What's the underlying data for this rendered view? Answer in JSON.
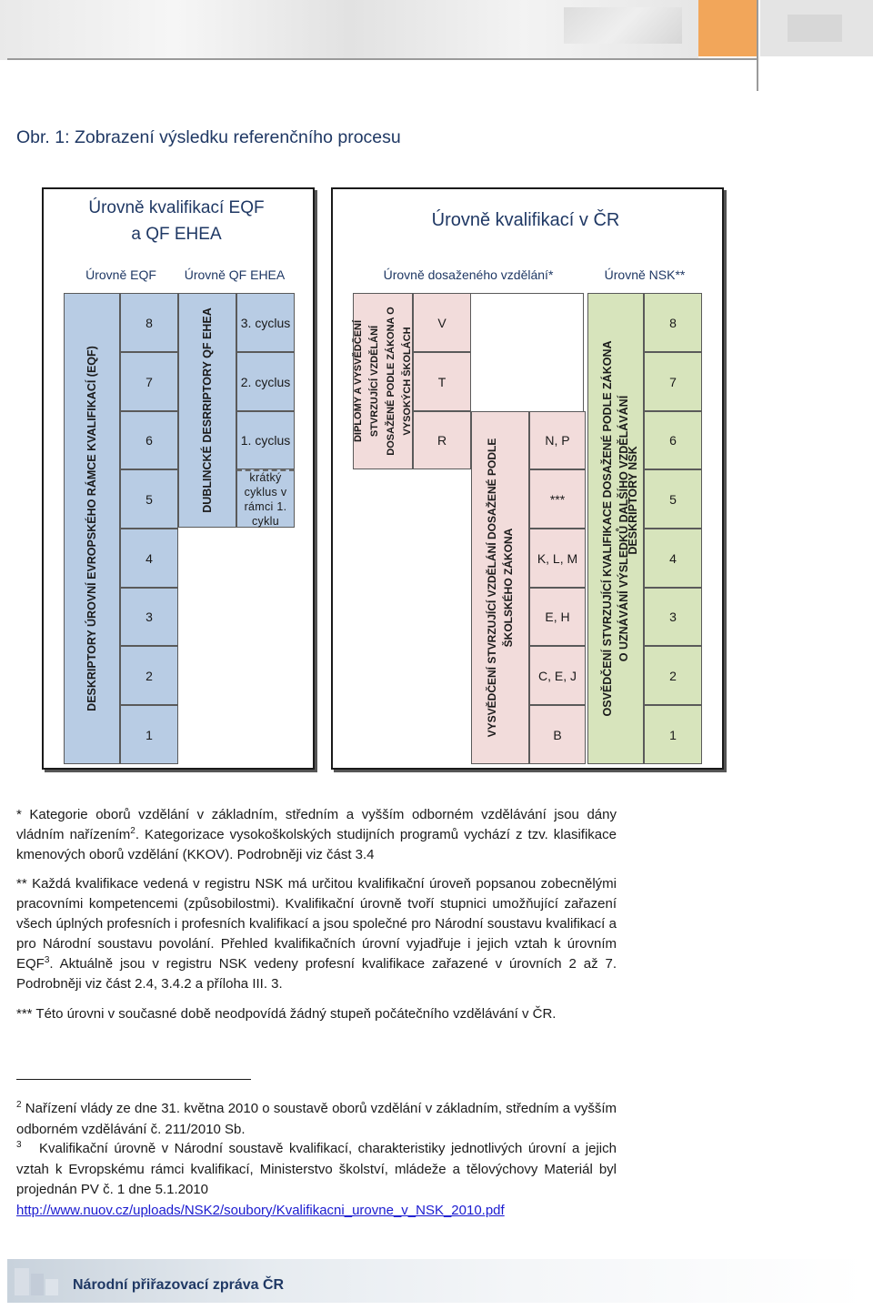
{
  "figure_title": "Obr. 1: Zobrazení výsledku referenčního procesu",
  "left_box": {
    "title_line1": "Úrovně kvalifikací EQF",
    "title_line2": "a QF EHEA",
    "col_eqf": "Úrovně EQF",
    "col_qf": "Úrovně QF EHEA",
    "eqf_descriptor": "DESKRIPTORY ÚROVNÍ EVROPSKÉHO RÁMCE KVALIFIKACÍ (EQF)",
    "eqf_levels": [
      "8",
      "7",
      "6",
      "5",
      "4",
      "3",
      "2",
      "1"
    ],
    "dublin_descriptor": "DUBLINCKÉ DESRRIPTORY QF EHEA",
    "cycles": [
      "3. cyclus",
      "2. cyclus",
      "1. cyclus"
    ],
    "short_cycle": "krátký cyklus v rámci 1. cyklu"
  },
  "right_box": {
    "title": "Úrovně kvalifikací v ČR",
    "col_education": "Úrovně dosaženého vzdělání*",
    "col_nsk": "Úrovně NSK**",
    "diploma_text": "DIPLOMY A VYSVĚDČENÍ STVRZUJÍCÍ VZDĚLÁNÍ DOSAŽENÉ PODLE ZÁKONA O VYSOKÝCH ŠKOLÁCH",
    "higher_levels": [
      "V",
      "T",
      "R"
    ],
    "school_text": "VYSVĚDČENÍ STVRZUJÍCÍ VZDĚLÁNÍ DOSAŽENÉ PODLE ŠKOLSKÉHO ZÁKONA",
    "school_levels": [
      "N, P",
      "***",
      "K, L, M",
      "E, H",
      "C, E, J",
      "B"
    ],
    "nsk_text": "OSVĚDČENÍ STVRZUJÍCÍ KVALIFIKACE DOSAŽENÉ PODLE ZÁKONA O UZNÁVÁNÍ VÝSLEDKŮ DALŠÍHO VZDĚLÁVÁNÍ",
    "nsk_descriptor": "DESKRIPTORY NSK",
    "nsk_levels": [
      "8",
      "7",
      "6",
      "5",
      "4",
      "3",
      "2",
      "1"
    ]
  },
  "notes": {
    "n1_a": "* Kategorie oborů vzdělání v základním, středním a vyšším odborném vzdělávání jsou dány vládním nařízením",
    "n1_sup": "2",
    "n1_b": ". Kategorizace vysokoškolských studijních programů vychází z tzv. klasifikace kmenových oborů vzdělání (KKOV). Podrobněji viz část 3.4",
    "n2_a": "** Každá kvalifikace vedená v registru NSK má určitou kvalifikační úroveň popsanou zobecnělými pracovními kompetencemi (způsobilostmi). Kvalifikační úrovně tvoří stupnici umožňující zařazení všech úplných profesních i profesních kvalifikací a jsou společné pro Národní soustavu kvalifikací a pro Národní soustavu povolání. Přehled kvalifikačních úrovní vyjadřuje i jejich vztah k úrovním EQF",
    "n2_sup": "3",
    "n2_b": ". Aktuálně jsou v registru NSK vedeny profesní kvalifikace zařazené v úrovních 2 až 7. Podrobněji viz část 2.4, 3.4.2 a příloha III. 3.",
    "n3": "*** Této úrovni v současné době neodpovídá žádný stupeň počátečního vzdělávání v ČR."
  },
  "footnotes": {
    "f2_num": "2",
    "f2_text": "Nařízení vlády ze dne 31. května 2010 o soustavě oborů vzdělání v základním, středním a vyšším odborném vzdělávání č. 211/2010 Sb.",
    "f3_num": "3",
    "f3_text": "Kvalifikační úrovně v Národní soustavě kvalifikací, charakteristiky jednotlivých úrovní a jejich vztah k Evropskému rámci kvalifikací, Ministerstvo školství, mládeže a tělovýchovy Materiál byl projednán PV č. 1 dne 5.1.2010",
    "f3_link": "http://www.nuov.cz/uploads/NSK2/soubory/Kvalifikacni_urovne_v_NSK_2010.pdf"
  },
  "footer": {
    "text": "Národní přiřazovací zpráva ČR"
  },
  "colors": {
    "blue": "#b8cce4",
    "pink": "#f2dcdb",
    "green": "#d7e4bc",
    "heading": "#1f3864"
  }
}
